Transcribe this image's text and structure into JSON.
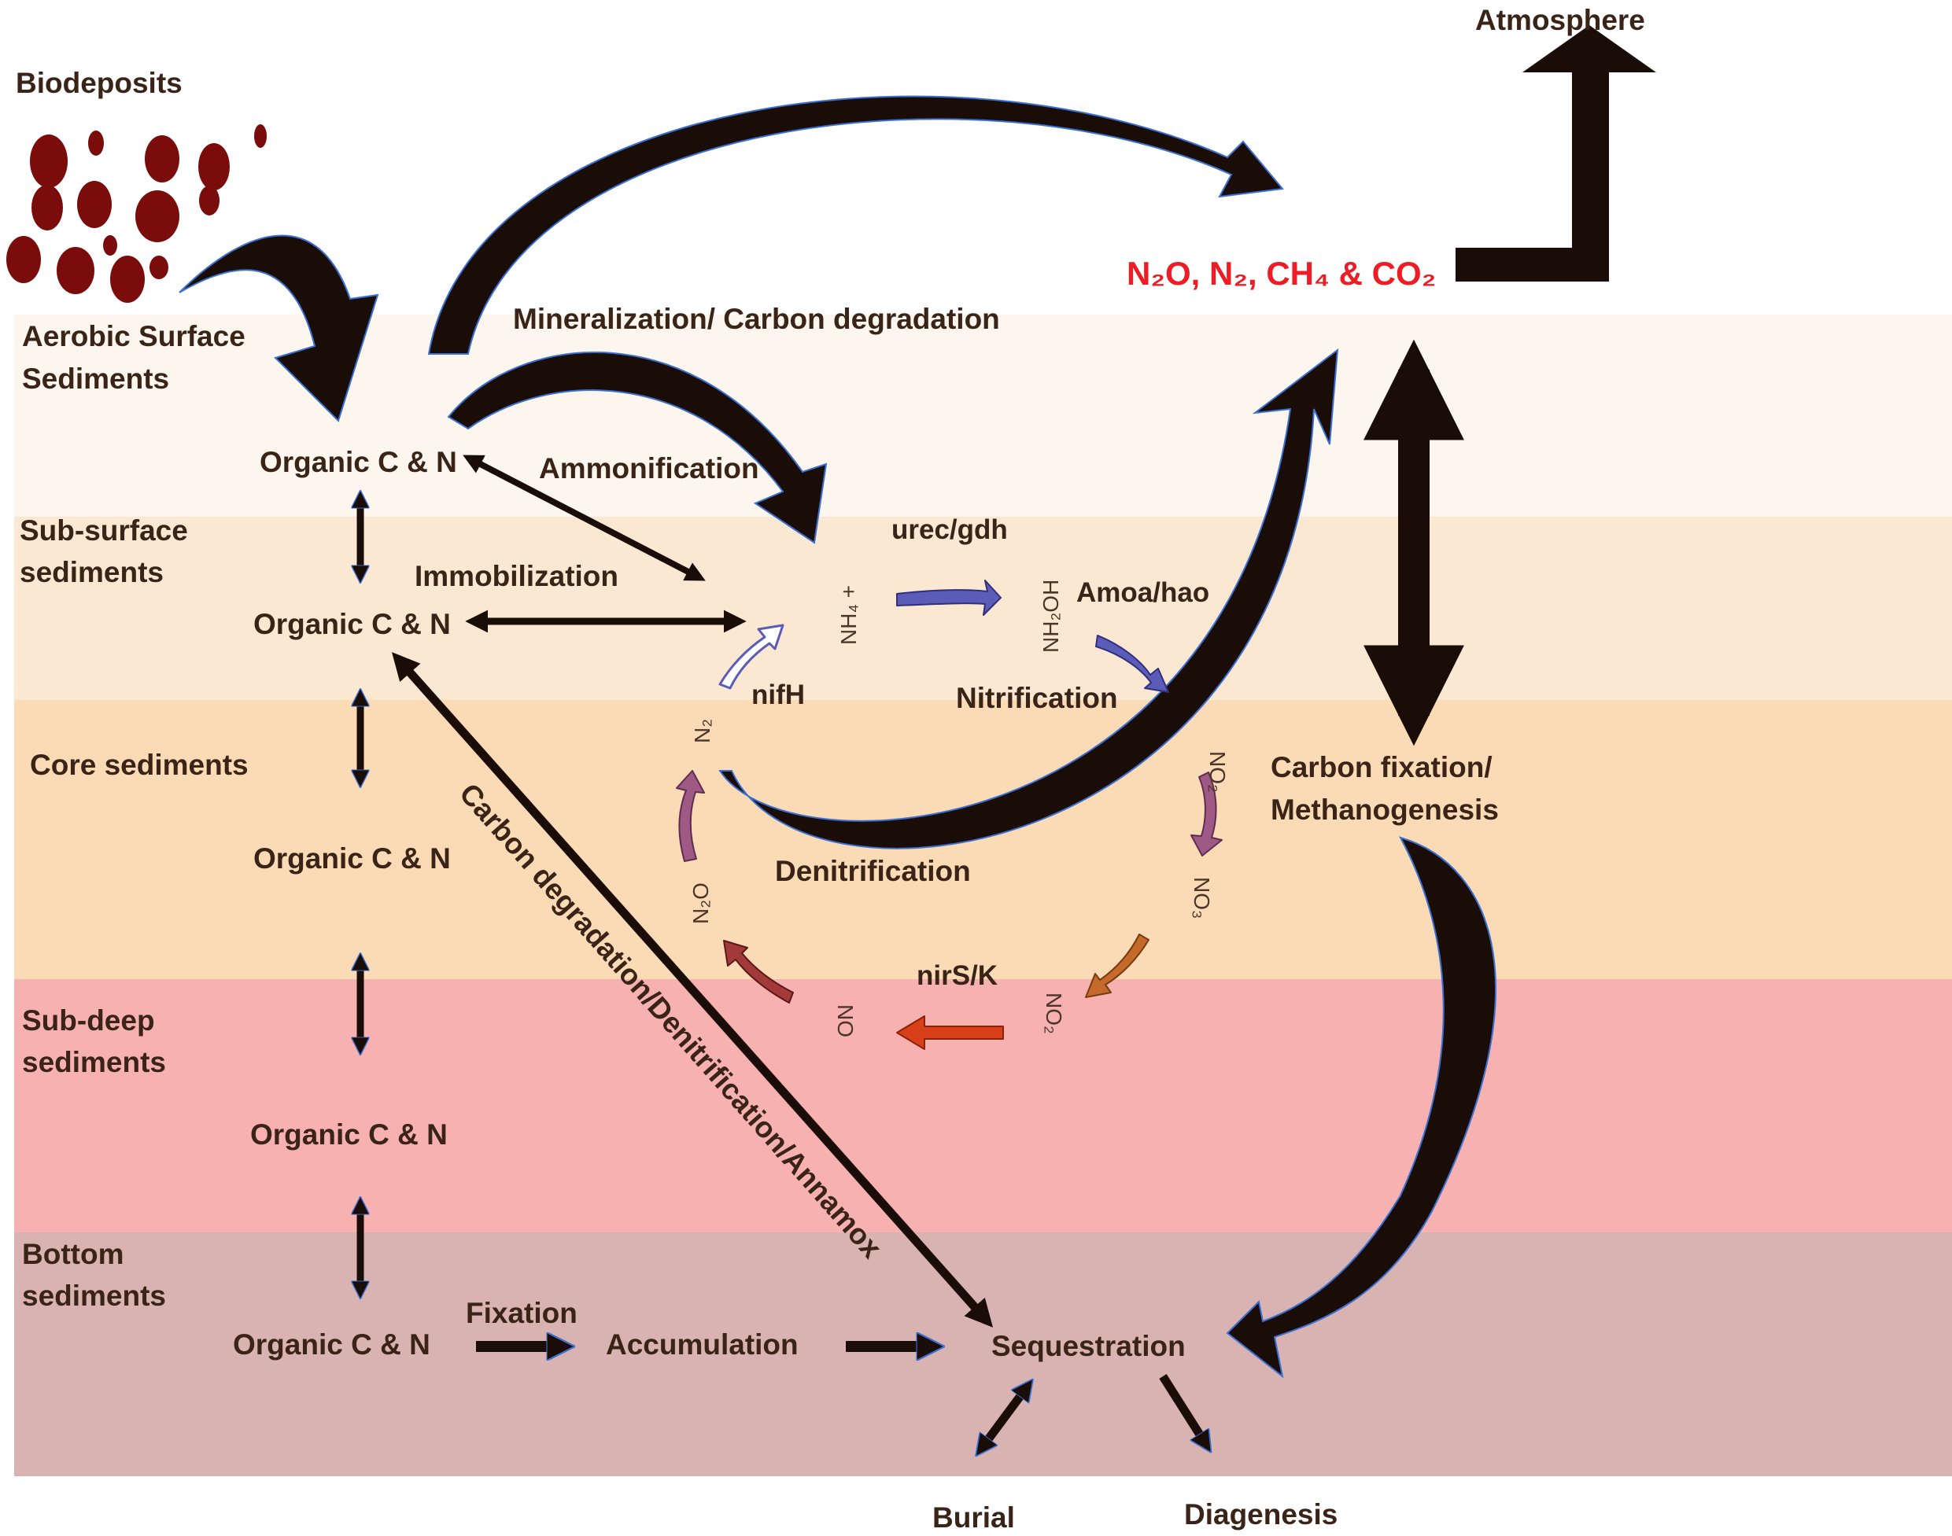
{
  "labels": {
    "biodeposits": "Biodeposits",
    "atmosphere": "Atmosphere",
    "gases": "N₂O, N₂, CH₄ & CO₂",
    "carbon_fixation_line1": "Carbon fixation/",
    "carbon_fixation_line2": "Methanogenesis",
    "sequestration": "Sequestration",
    "burial": "Burial",
    "diagenesis": "Diagenesis",
    "accumulation": "Accumulation",
    "fixation": "Fixation"
  },
  "layers": [
    {
      "line1": "Aerobic Surface",
      "line2": "Sediments",
      "color": "#fdf6ef"
    },
    {
      "line1": "Sub-surface",
      "line2": "sediments",
      "color": "#fbe8d2"
    },
    {
      "line1": "Core sediments",
      "line2": "",
      "color": "#fbdbb6"
    },
    {
      "line1": "Sub-deep",
      "line2": "sediments",
      "color": "#f8b1b1"
    },
    {
      "line1": "Bottom",
      "line2": "sediments",
      "color": "#d8b3b1"
    }
  ],
  "organic_label": "Organic C & N",
  "processes": {
    "mineralization": "Mineralization/ Carbon degradation",
    "ammonification": "Ammonification",
    "immobilization": "Immobilization",
    "nitrification": "Nitrification",
    "denitrification": "Denitrification",
    "anammox": "Carbon degradation/Denitrification/Annamox"
  },
  "genes": {
    "urec_gdh": "urec/gdh",
    "amoa_hao": "Amoa/hao",
    "nifH": "nifH",
    "nirS_K": "nirS/K"
  },
  "chemicals": {
    "nh4": "NH₄ +",
    "nh2oh": "NH₂OH",
    "no2_upper": "NO₂",
    "no3": "NO₃",
    "no2_lower": "NO₂",
    "no": "NO",
    "n2o": "N₂O",
    "n2": "N₂"
  },
  "colors": {
    "gas_text": "#ee1c25",
    "arrow_dark": "#1a0d08",
    "arrow_outline": "#3b6fd1",
    "nitrification_arrow": "#5b5bb8",
    "denitrification_arrow": "#9e5a84",
    "no_arrow": "#d8401a",
    "biodeposit": "#7a0c0c"
  }
}
